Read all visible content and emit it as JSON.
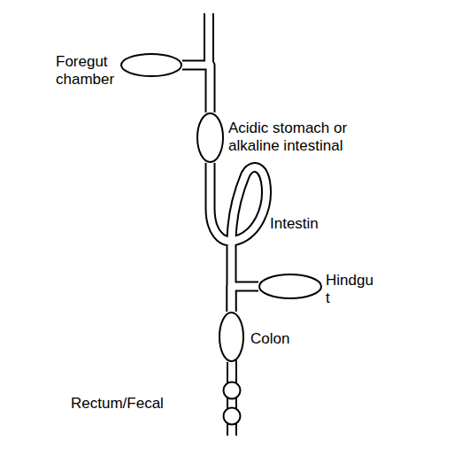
{
  "diagram": {
    "nodes": [
      {
        "text": [
          "Foregut chamber"
        ]
      },
      {
        "text": [
          "Acidic stomach or alkaline intestinal"
        ]
      },
      {
        "text": [
          "Hindgu t"
        ]
      },
      {
        "text": [
          "Colon"
        ]
      },
      {
        "text": [
          "Rectum/Fecal"
        ]
      }
    ],
    "edges": [
      {
        "from": 0,
        "to": 1,
        "arrow": "none"
      },
      {
        "from": 1,
        "to": 3,
        "arrow": "none"
      },
      {
        "from": 2,
        "to": 3,
        "arrow": "none"
      },
      {
        "from": 3,
        "to": 4,
        "arrow": "none"
      }
    ],
    "labels": [
      "Intestin"
    ]
  }
}
